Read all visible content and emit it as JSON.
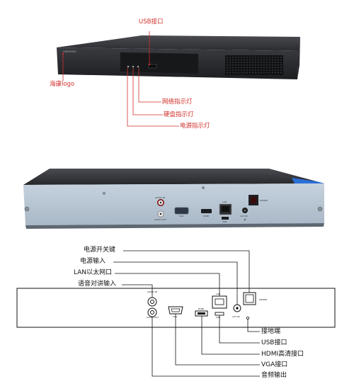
{
  "colors": {
    "red_callout": "#d0302c",
    "black_callout": "#111111",
    "device_body": "#2b2c30",
    "rear_panel": "#b8c6d4",
    "accent_stripe": "#2a6fd6"
  },
  "front_view": {
    "callouts": {
      "usb_port": "USB接口",
      "brand_logo": "海康logo",
      "network_led": "网络指示灯",
      "disk_led": "硬盘指示灯",
      "power_led": "电源指示灯"
    },
    "print": {
      "logo_text": "HIKVISION"
    }
  },
  "rear_view": {
    "print": {
      "audio_in": "AUDIO IN",
      "audio_out": "AUDIO OUT",
      "vga": "VGA",
      "hdmi": "HDMI",
      "lan": "LAN",
      "usb": "USB",
      "dc": "12V DC",
      "power": "POWER"
    }
  },
  "diagram": {
    "callouts_top": {
      "power_switch": "电源开关键",
      "power_input": "电源输入",
      "lan": "LAN以太网口",
      "audio_in": "语音对讲输入"
    },
    "callouts_bottom": {
      "ground": "接地端",
      "usb": "USB接口",
      "hdmi": "HDMI高清接口",
      "vga": "VGA接口",
      "audio_out": "音频输出"
    },
    "print": {
      "audio_in": "AUDIO IN",
      "audio_out": "AUDIO OUT",
      "vga": "VGA",
      "hdmi": "HDMI",
      "lan": "LAN",
      "usb": "USB",
      "dc": "12V DC",
      "power": "POWER"
    }
  }
}
